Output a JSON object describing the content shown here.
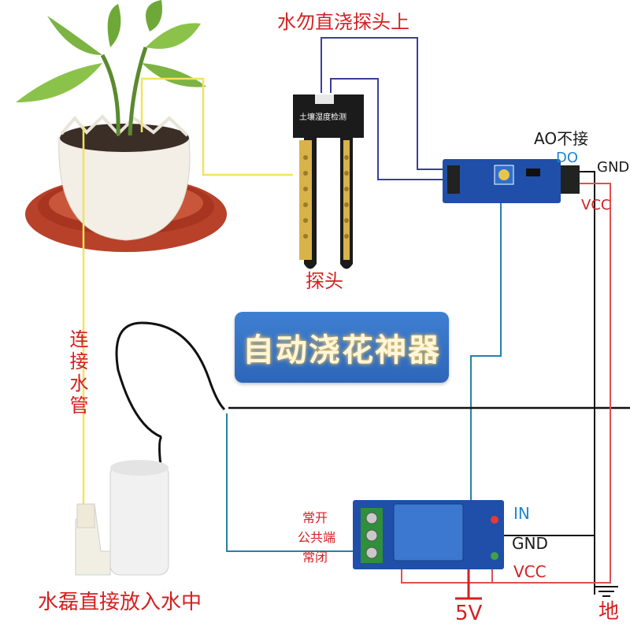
{
  "title": "自动浇花神器",
  "labels": {
    "probe_note": "水勿直浇探头上",
    "probe": "探头",
    "probe_board_text": "土壤湿度检测",
    "ao_note": "AO不接",
    "do": "DO",
    "gnd_top": "GND",
    "vcc_top": "VCC",
    "water_pipe": "连接水管",
    "pump_note": "水磊直接放入水中",
    "no": "常开",
    "com": "公共端",
    "nc": "常闭",
    "in": "IN",
    "gnd_relay": "GND",
    "vcc_relay": "VCC",
    "five_v": "5V",
    "ground": "地"
  },
  "colors": {
    "red": "#d42020",
    "blue": "#1a86d6",
    "yellow_wire": "#f2e35c",
    "navy_wire": "#3a3f9a",
    "teal_wire": "#2a7fa8",
    "module_blue": "#1f4fa8"
  }
}
